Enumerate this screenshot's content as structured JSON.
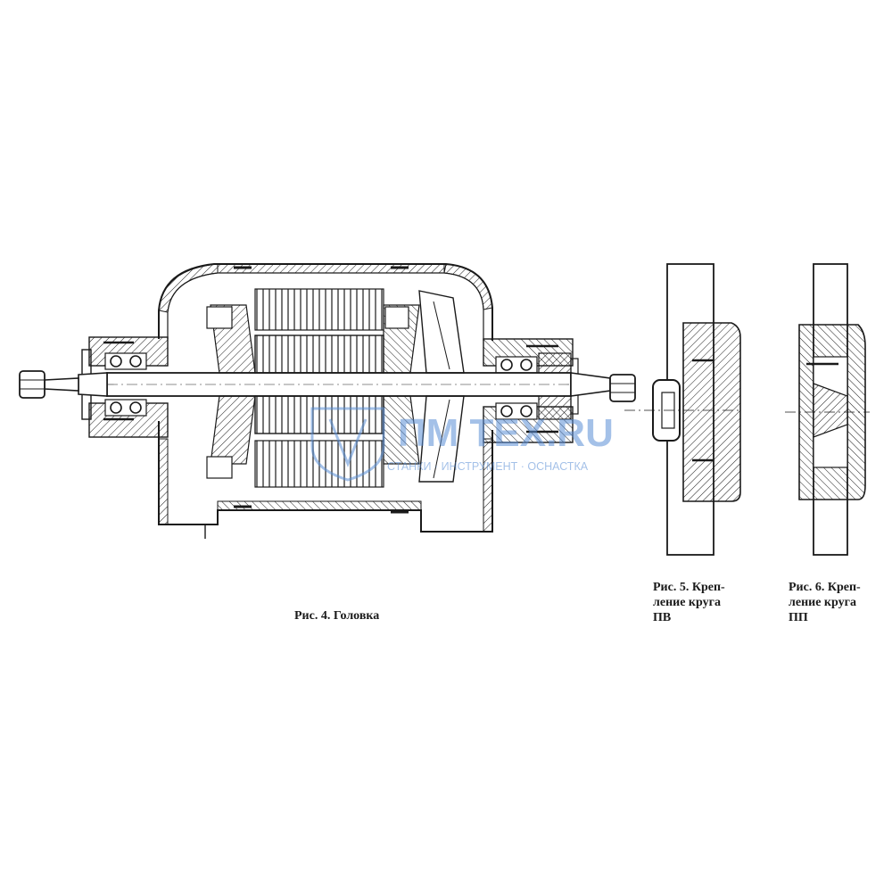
{
  "figures": {
    "fig4": {
      "caption": "Рис. 4. Головка"
    },
    "fig5": {
      "caption_line1": "Рис. 5. Креп-",
      "caption_line2": "ление круга",
      "caption_line3": "ПВ"
    },
    "fig6": {
      "caption_line1": "Рис. 6. Креп-",
      "caption_line2": "ление круга",
      "caption_line3": "ПП"
    }
  },
  "watermark": {
    "brand": "ПМ ТЕХ.RU",
    "tagline": "СТАНКИ · ИНСТРУМЕНТ · ОСНАСТКА",
    "color": "#5b8fd6"
  },
  "colors": {
    "ink": "#1a1a1a",
    "background": "#ffffff"
  }
}
